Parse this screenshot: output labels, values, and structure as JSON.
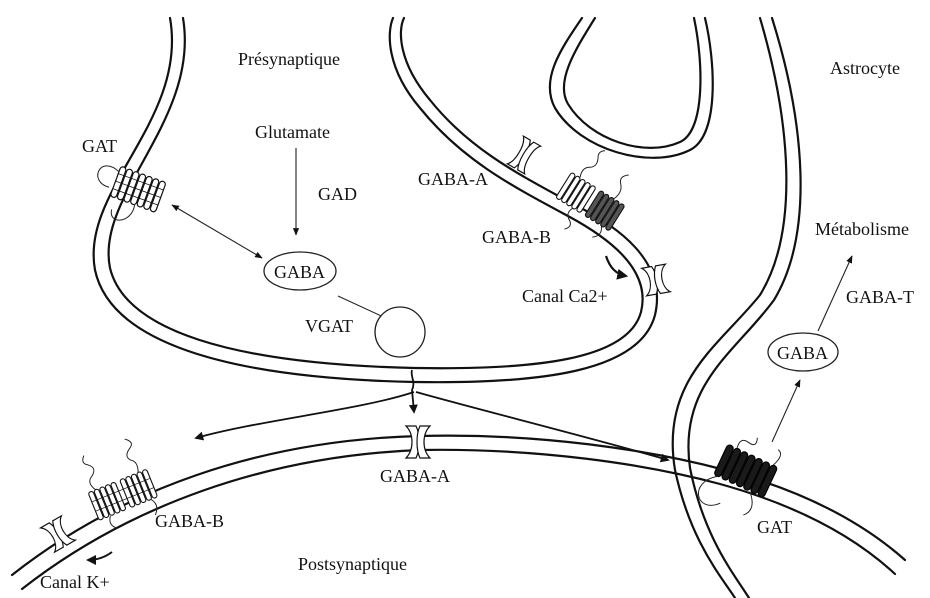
{
  "diagram": {
    "labels": {
      "presynaptic": "Présynaptique",
      "postsynaptic": "Postsynaptique",
      "astrocyte": "Astrocyte",
      "glutamate": "Glutamate",
      "gad": "GAD",
      "gaba_pre": "GABA",
      "vgat": "VGAT",
      "gat_pre": "GAT",
      "gaba_a_pre": "GABA-A",
      "gaba_b_pre": "GABA-B",
      "canal_ca": "Canal Ca2+",
      "gaba_a_post": "GABA-A",
      "gaba_b_post": "GABA-B",
      "canal_k": "Canal K+",
      "metabolisme": "Métabolisme",
      "gaba_t": "GABA-T",
      "gaba_astro": "GABA",
      "gat_astro": "GAT"
    },
    "colors": {
      "ink": "#111111",
      "paper": "#ffffff"
    }
  }
}
